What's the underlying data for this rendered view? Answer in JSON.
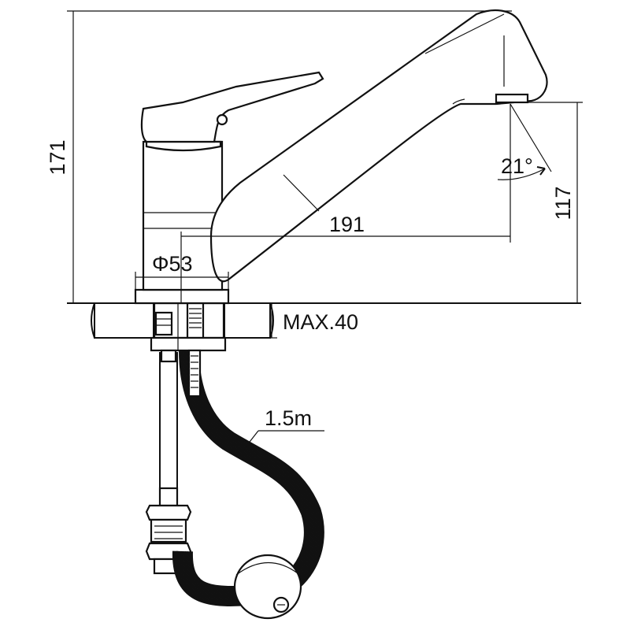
{
  "dimensions": {
    "height_total": "171",
    "spout_height": "117",
    "spout_reach": "191",
    "base_diameter": "Φ53",
    "angle": "21°",
    "max_thickness": "MAX.40",
    "hose_length": "1.5m"
  },
  "colors": {
    "line": "#111111",
    "background": "#ffffff"
  }
}
